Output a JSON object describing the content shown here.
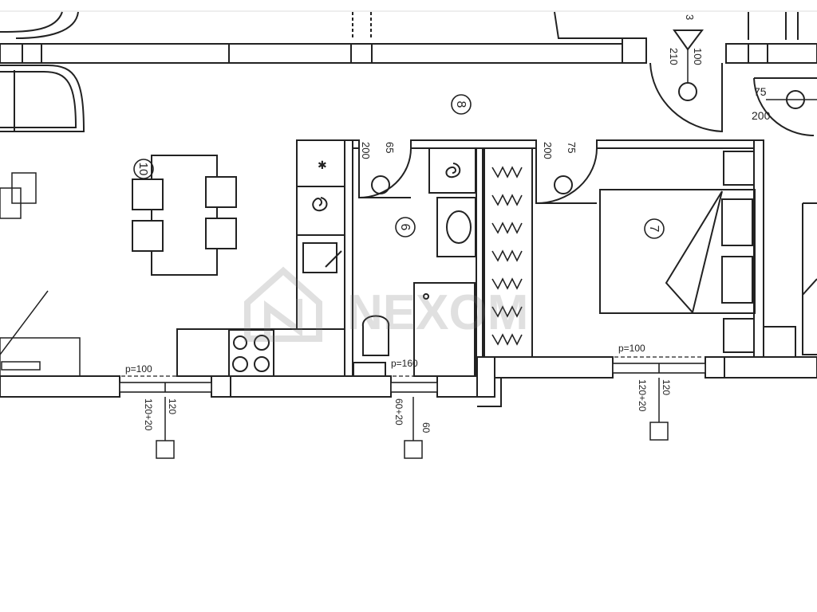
{
  "plan": {
    "rooms": {
      "r6": "6",
      "r7": "7",
      "r8": "8",
      "r10": "10"
    },
    "doors": {
      "bath_width": "65",
      "bath_height": "200",
      "bed_width": "75",
      "bed_height": "200",
      "right_width": "75",
      "right_height": "200",
      "top_width": "100",
      "top_height": "210",
      "top_partial": "3",
      "top_partial2": "100"
    },
    "windows": {
      "left_sill": "p=100",
      "left_w": "120",
      "left_h": "120+20",
      "bath_sill": "p=160",
      "bath_w": "60",
      "bath_h": "60+20",
      "right_sill": "p=100",
      "right_w": "120",
      "right_h": "120+20"
    }
  },
  "watermark": {
    "brand": "NEXOM"
  }
}
